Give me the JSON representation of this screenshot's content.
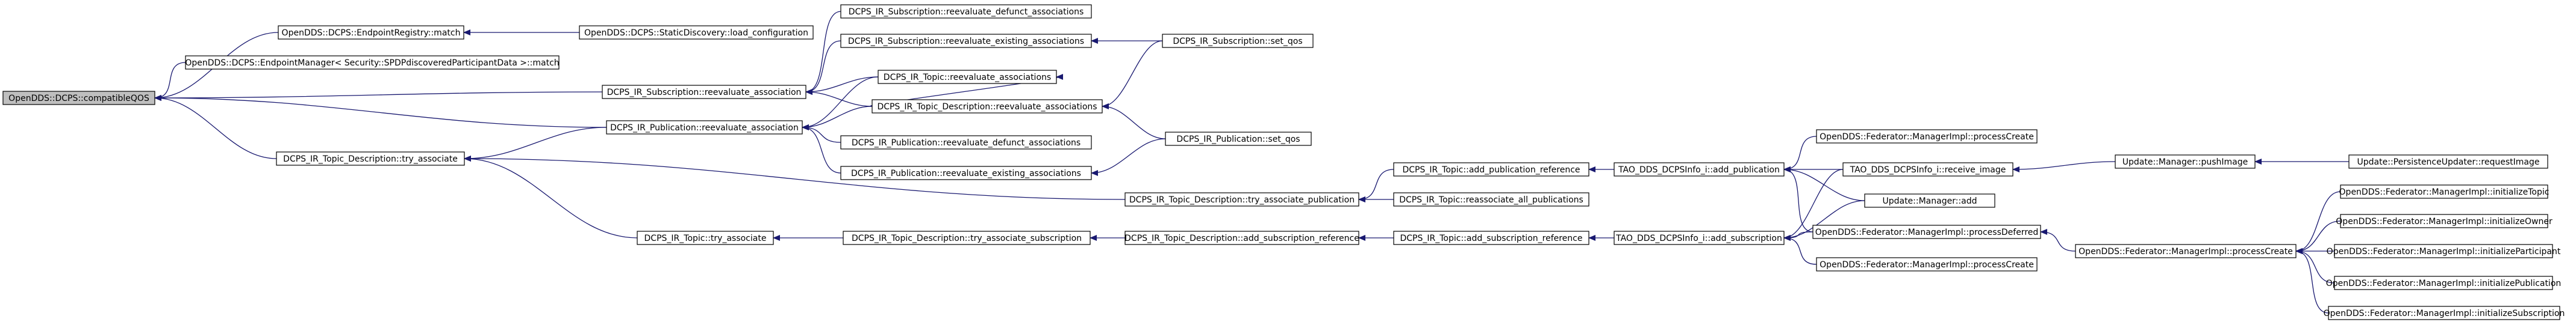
{
  "graph": {
    "title": "",
    "edge_color": "#191970",
    "root_fill": "#bfbfbf",
    "node_fill": "#ffffff",
    "nodes": [
      {
        "id": "n0",
        "label": "OpenDDS::DCPS::compatibleQOS",
        "root": true
      },
      {
        "id": "n1",
        "label": "OpenDDS::DCPS::EndpointRegistry::match"
      },
      {
        "id": "n2",
        "label": "OpenDDS::DCPS::StaticDiscovery::load_configuration"
      },
      {
        "id": "n3",
        "label": "OpenDDS::DCPS::EndpointManager< Security::SPDPdiscoveredParticipantData >::match"
      },
      {
        "id": "n4",
        "label": "DCPS_IR_Subscription::reevaluate_association"
      },
      {
        "id": "n5",
        "label": "DCPS_IR_Subscription::reevaluate_defunct_associations"
      },
      {
        "id": "n6",
        "label": "DCPS_IR_Subscription::reevaluate_existing_associations"
      },
      {
        "id": "n7",
        "label": "DCPS_IR_Subscription::set_qos"
      },
      {
        "id": "n8",
        "label": "DCPS_IR_Topic::reevaluate_associations"
      },
      {
        "id": "n9",
        "label": "DCPS_IR_Topic_Description::reevaluate_associations"
      },
      {
        "id": "n10",
        "label": "DCPS_IR_Publication::reevaluate_association"
      },
      {
        "id": "n11",
        "label": "DCPS_IR_Publication::reevaluate_defunct_associations"
      },
      {
        "id": "n12",
        "label": "DCPS_IR_Publication::reevaluate_existing_associations"
      },
      {
        "id": "n13",
        "label": "DCPS_IR_Publication::set_qos"
      },
      {
        "id": "n14",
        "label": "DCPS_IR_Topic_Description::try_associate"
      },
      {
        "id": "n15",
        "label": "DCPS_IR_Topic::try_associate"
      },
      {
        "id": "n16",
        "label": "DCPS_IR_Topic_Description::try_associate_publication"
      },
      {
        "id": "n17",
        "label": "DCPS_IR_Topic_Description::try_associate_subscription"
      },
      {
        "id": "n18",
        "label": "DCPS_IR_Topic::add_publication_reference"
      },
      {
        "id": "n19",
        "label": "DCPS_IR_Topic::reassociate_all_publications"
      },
      {
        "id": "n20",
        "label": "DCPS_IR_Topic_Description::add_subscription_reference"
      },
      {
        "id": "n21",
        "label": "DCPS_IR_Topic::add_subscription_reference"
      },
      {
        "id": "n22",
        "label": "TAO_DDS_DCPSInfo_i::add_publication"
      },
      {
        "id": "n23",
        "label": "TAO_DDS_DCPSInfo_i::add_subscription"
      },
      {
        "id": "n24",
        "label": "OpenDDS::Federator::ManagerImpl::processCreate"
      },
      {
        "id": "n25",
        "label": "TAO_DDS_DCPSInfo_i::receive_image"
      },
      {
        "id": "n26",
        "label": "Update::Manager::add"
      },
      {
        "id": "n27",
        "label": "OpenDDS::Federator::ManagerImpl::processDeferred"
      },
      {
        "id": "n28",
        "label": "OpenDDS::Federator::ManagerImpl::processCreate"
      },
      {
        "id": "n29",
        "label": "Update::Manager::pushImage"
      },
      {
        "id": "n30",
        "label": "Update::PersistenceUpdater::requestImage"
      },
      {
        "id": "n31",
        "label": "OpenDDS::Federator::ManagerImpl::processCreate"
      },
      {
        "id": "n32",
        "label": "OpenDDS::Federator::ManagerImpl::initializeTopic"
      },
      {
        "id": "n33",
        "label": "OpenDDS::Federator::ManagerImpl::initializeOwner"
      },
      {
        "id": "n34",
        "label": "OpenDDS::Federator::ManagerImpl::initializeParticipant"
      },
      {
        "id": "n35",
        "label": "OpenDDS::Federator::ManagerImpl::initializePublication"
      },
      {
        "id": "n36",
        "label": "OpenDDS::Federator::ManagerImpl::initializeSubscription"
      }
    ],
    "edges": [
      {
        "from": "n1",
        "to": "n0"
      },
      {
        "from": "n3",
        "to": "n0"
      },
      {
        "from": "n4",
        "to": "n0"
      },
      {
        "from": "n10",
        "to": "n0"
      },
      {
        "from": "n14",
        "to": "n0"
      },
      {
        "from": "n2",
        "to": "n1"
      },
      {
        "from": "n5",
        "to": "n4"
      },
      {
        "from": "n6",
        "to": "n4"
      },
      {
        "from": "n8",
        "to": "n4"
      },
      {
        "from": "n9",
        "to": "n4"
      },
      {
        "from": "n7",
        "to": "n6"
      },
      {
        "from": "n9",
        "to": "n8"
      },
      {
        "from": "n7",
        "to": "n9"
      },
      {
        "from": "n8",
        "to": "n10"
      },
      {
        "from": "n9",
        "to": "n10"
      },
      {
        "from": "n11",
        "to": "n10"
      },
      {
        "from": "n12",
        "to": "n10"
      },
      {
        "from": "n13",
        "to": "n9"
      },
      {
        "from": "n13",
        "to": "n12"
      },
      {
        "from": "n10",
        "to": "n14"
      },
      {
        "from": "n15",
        "to": "n14"
      },
      {
        "from": "n16",
        "to": "n14"
      },
      {
        "from": "n17",
        "to": "n15"
      },
      {
        "from": "n18",
        "to": "n16"
      },
      {
        "from": "n19",
        "to": "n16"
      },
      {
        "from": "n20",
        "to": "n17"
      },
      {
        "from": "n22",
        "to": "n18"
      },
      {
        "from": "n21",
        "to": "n20"
      },
      {
        "from": "n23",
        "to": "n21"
      },
      {
        "from": "n24",
        "to": "n22"
      },
      {
        "from": "n25",
        "to": "n22"
      },
      {
        "from": "n26",
        "to": "n22"
      },
      {
        "from": "n27",
        "to": "n22"
      },
      {
        "from": "n25",
        "to": "n23"
      },
      {
        "from": "n26",
        "to": "n23"
      },
      {
        "from": "n27",
        "to": "n23"
      },
      {
        "from": "n28",
        "to": "n23"
      },
      {
        "from": "n29",
        "to": "n25"
      },
      {
        "from": "n30",
        "to": "n29"
      },
      {
        "from": "n31",
        "to": "n27"
      },
      {
        "from": "n32",
        "to": "n31"
      },
      {
        "from": "n33",
        "to": "n31"
      },
      {
        "from": "n34",
        "to": "n31"
      },
      {
        "from": "n35",
        "to": "n31"
      },
      {
        "from": "n36",
        "to": "n31"
      }
    ]
  }
}
